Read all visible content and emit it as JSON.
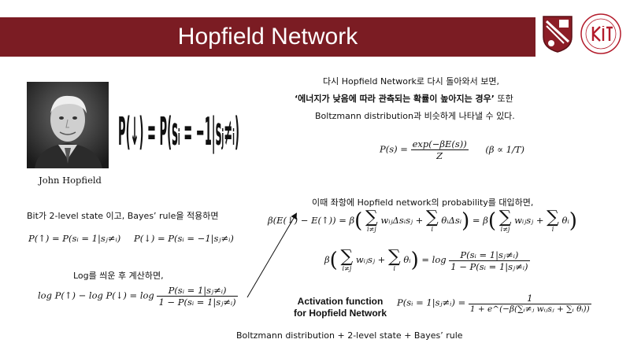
{
  "header": {
    "title": "Hopfield Network",
    "accent_color": "#7b1c23"
  },
  "photo": {
    "caption": "John Hopfield"
  },
  "intro": {
    "line1": "다시 Hopfield Network로 다시 돌아와서 보면,",
    "line2_bold": "‘에너지가 낮음에 따라 관측되는 확률이 높아지는 경우’",
    "line2_rest": " 또한",
    "line3": "Boltzmann distribution과 비슷하게 나타낼 수 있다."
  },
  "boltzmann_formula": {
    "lhs": "P(s) =",
    "numerator": "exp(−βE(s))",
    "denominator": "Z",
    "proportional": "(β ∝ 1/T)"
  },
  "left_panel": {
    "bayes_intro": "Bit가 2-level state 이고, Bayes’ rule을 적용하면",
    "p_up": "P(↑) = P(sᵢ = 1|sⱼ≠ᵢ)",
    "p_down": "P(↓) = P(sᵢ = −1|sⱼ≠ᵢ)",
    "log_intro": "Log를 씌운 후 계산하면,",
    "log_lhs": "log P(↑) − log P(↓) = log",
    "log_num": "P(sᵢ = 1|sⱼ≠ᵢ)",
    "log_den": "1 − P(sᵢ = 1|sⱼ≠ᵢ)"
  },
  "right_panel": {
    "substitute_intro": "이때 좌항에 Hopfield network의 probability를 대입하면,",
    "eq1_lhs": "β(E(↓) − E(↑)) = β",
    "eq1_term1": "wᵢⱼΔsᵢsⱼ",
    "eq1_term2": "θᵢΔsᵢ",
    "eq1_mid": "= β",
    "eq1_term3": "wᵢⱼsⱼ",
    "eq1_term4": "θᵢ",
    "eq2_lhs": "β",
    "eq2_term1": "wᵢⱼsⱼ",
    "eq2_term2": "θᵢ",
    "eq2_rhs": "= log",
    "eq2_num": "P(sᵢ = 1|sⱼ≠ᵢ)",
    "eq2_den": "1 − P(sᵢ = 1|sⱼ≠ᵢ)",
    "sub_i_ne_j": "i≠j",
    "sub_i": "i",
    "sigma": "∑",
    "plus": "+",
    "lparen": "(",
    "rparen": ")"
  },
  "activation": {
    "label_line1": "Activation function",
    "label_line2": "for Hopfield Network",
    "lhs": "P(sᵢ = 1|sⱼ≠ᵢ) =",
    "num": "1",
    "den": "1 + e^(−β(∑ᵢ≠ⱼ wᵢⱼsⱼ + ∑ᵢ θᵢ))"
  },
  "footer": {
    "summary": "Boltzmann distribution + 2-level state + Bayes’ rule"
  },
  "handwritten": {
    "text": "P(↓) = P(sᵢ = −1|sⱼ≠ᵢ)"
  }
}
